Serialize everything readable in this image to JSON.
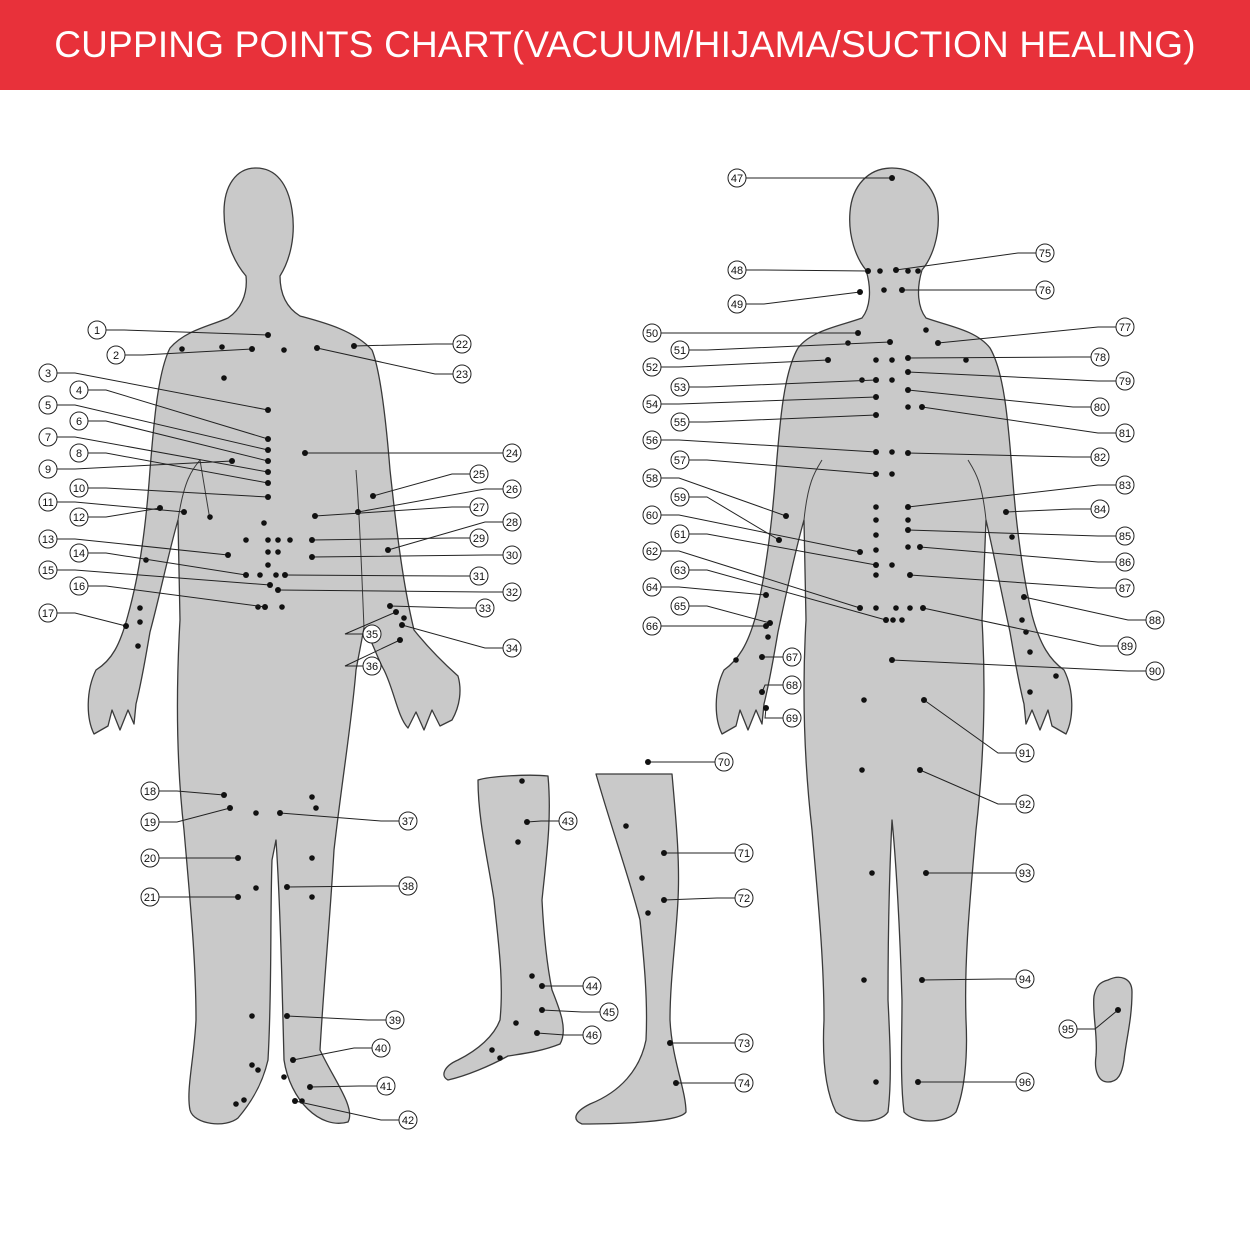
{
  "header": {
    "title": "CUPPING POINTS CHART(VACUUM/HIJAMA/SUCTION HEALING)"
  },
  "colors": {
    "banner": "#e8313a",
    "body": "#c9c9c9",
    "dot": "#111111"
  },
  "points": [
    {
      "n": "1",
      "dot": [
        268,
        335
      ],
      "label": [
        97,
        330
      ],
      "side": "left"
    },
    {
      "n": "2",
      "dot": [
        252,
        349
      ],
      "label": [
        116,
        355
      ],
      "side": "left"
    },
    {
      "n": "3",
      "dot": [
        268,
        410
      ],
      "label": [
        48,
        373
      ],
      "side": "left"
    },
    {
      "n": "4",
      "dot": [
        268,
        439
      ],
      "label": [
        79,
        390
      ],
      "side": "left"
    },
    {
      "n": "5",
      "dot": [
        268,
        450
      ],
      "label": [
        48,
        405
      ],
      "side": "left"
    },
    {
      "n": "6",
      "dot": [
        268,
        461
      ],
      "label": [
        79,
        421
      ],
      "side": "left"
    },
    {
      "n": "7",
      "dot": [
        268,
        472
      ],
      "label": [
        48,
        437
      ],
      "side": "left"
    },
    {
      "n": "8",
      "dot": [
        268,
        483
      ],
      "label": [
        79,
        453
      ],
      "side": "left"
    },
    {
      "n": "9",
      "dot": [
        232,
        461
      ],
      "label": [
        48,
        469
      ],
      "side": "left"
    },
    {
      "n": "10",
      "dot": [
        268,
        497
      ],
      "label": [
        79,
        488
      ],
      "side": "left"
    },
    {
      "n": "11",
      "dot": [
        184,
        512
      ],
      "label": [
        48,
        502
      ],
      "side": "left"
    },
    {
      "n": "12",
      "dot": [
        160,
        508
      ],
      "label": [
        79,
        517
      ],
      "side": "left"
    },
    {
      "n": "13",
      "dot": [
        228,
        555
      ],
      "label": [
        48,
        539
      ],
      "side": "left"
    },
    {
      "n": "14",
      "dot": [
        246,
        575
      ],
      "label": [
        79,
        553
      ],
      "side": "left"
    },
    {
      "n": "15",
      "dot": [
        270,
        585
      ],
      "label": [
        48,
        570
      ],
      "side": "left"
    },
    {
      "n": "16",
      "dot": [
        265,
        607
      ],
      "label": [
        79,
        586
      ],
      "side": "left"
    },
    {
      "n": "17",
      "dot": [
        126,
        626
      ],
      "label": [
        48,
        613
      ],
      "side": "left"
    },
    {
      "n": "18",
      "dot": [
        224,
        795
      ],
      "label": [
        150,
        791
      ],
      "side": "left"
    },
    {
      "n": "19",
      "dot": [
        230,
        808
      ],
      "label": [
        150,
        822
      ],
      "side": "left"
    },
    {
      "n": "20",
      "dot": [
        238,
        858
      ],
      "label": [
        150,
        858
      ],
      "side": "left"
    },
    {
      "n": "21",
      "dot": [
        238,
        897
      ],
      "label": [
        150,
        897
      ],
      "side": "left"
    },
    {
      "n": "22",
      "dot": [
        354,
        346
      ],
      "label": [
        462,
        344
      ],
      "side": "right"
    },
    {
      "n": "23",
      "dot": [
        317,
        348
      ],
      "label": [
        462,
        374
      ],
      "side": "right"
    },
    {
      "n": "24",
      "dot": [
        305,
        453
      ],
      "label": [
        512,
        453
      ],
      "side": "right"
    },
    {
      "n": "25",
      "dot": [
        373,
        496
      ],
      "label": [
        479,
        474
      ],
      "side": "right"
    },
    {
      "n": "26",
      "dot": [
        358,
        512
      ],
      "label": [
        512,
        489
      ],
      "side": "right"
    },
    {
      "n": "27",
      "dot": [
        315,
        516
      ],
      "label": [
        479,
        507
      ],
      "side": "right"
    },
    {
      "n": "28",
      "dot": [
        388,
        550
      ],
      "label": [
        512,
        522
      ],
      "side": "right"
    },
    {
      "n": "29",
      "dot": [
        312,
        540
      ],
      "label": [
        479,
        538
      ],
      "side": "right"
    },
    {
      "n": "30",
      "dot": [
        312,
        557
      ],
      "label": [
        512,
        555
      ],
      "side": "right"
    },
    {
      "n": "31",
      "dot": [
        285,
        575
      ],
      "label": [
        479,
        576
      ],
      "side": "right"
    },
    {
      "n": "32",
      "dot": [
        278,
        590
      ],
      "label": [
        512,
        592
      ],
      "side": "right"
    },
    {
      "n": "33",
      "dot": [
        390,
        606
      ],
      "label": [
        485,
        608
      ],
      "side": "right"
    },
    {
      "n": "34",
      "dot": [
        402,
        625
      ],
      "label": [
        512,
        648
      ],
      "side": "right"
    },
    {
      "n": "35",
      "dot": [
        396,
        612
      ],
      "label": [
        372,
        634
      ],
      "side": "right"
    },
    {
      "n": "36",
      "dot": [
        400,
        640
      ],
      "label": [
        372,
        666
      ],
      "side": "right"
    },
    {
      "n": "37",
      "dot": [
        280,
        813
      ],
      "label": [
        408,
        821
      ],
      "side": "right"
    },
    {
      "n": "38",
      "dot": [
        287,
        887
      ],
      "label": [
        408,
        886
      ],
      "side": "right"
    },
    {
      "n": "39",
      "dot": [
        287,
        1016
      ],
      "label": [
        395,
        1020
      ],
      "side": "right"
    },
    {
      "n": "40",
      "dot": [
        293,
        1060
      ],
      "label": [
        381,
        1048
      ],
      "side": "right"
    },
    {
      "n": "41",
      "dot": [
        310,
        1087
      ],
      "label": [
        386,
        1086
      ],
      "side": "right"
    },
    {
      "n": "42",
      "dot": [
        295,
        1101
      ],
      "label": [
        408,
        1120
      ],
      "side": "right"
    },
    {
      "n": "43",
      "dot": [
        527,
        822
      ],
      "label": [
        568,
        821
      ],
      "side": "right"
    },
    {
      "n": "44",
      "dot": [
        542,
        986
      ],
      "label": [
        592,
        986
      ],
      "side": "right"
    },
    {
      "n": "45",
      "dot": [
        542,
        1010
      ],
      "label": [
        609,
        1012
      ],
      "side": "right"
    },
    {
      "n": "46",
      "dot": [
        537,
        1033
      ],
      "label": [
        592,
        1035
      ],
      "side": "right"
    },
    {
      "n": "47",
      "dot": [
        892,
        178
      ],
      "label": [
        737,
        178
      ],
      "side": "left"
    },
    {
      "n": "48",
      "dot": [
        868,
        271
      ],
      "label": [
        737,
        270
      ],
      "side": "left"
    },
    {
      "n": "49",
      "dot": [
        860,
        292
      ],
      "label": [
        737,
        304
      ],
      "side": "left"
    },
    {
      "n": "50",
      "dot": [
        858,
        333
      ],
      "label": [
        652,
        333
      ],
      "side": "left"
    },
    {
      "n": "51",
      "dot": [
        890,
        342
      ],
      "label": [
        680,
        350
      ],
      "side": "left"
    },
    {
      "n": "52",
      "dot": [
        828,
        360
      ],
      "label": [
        652,
        367
      ],
      "side": "left"
    },
    {
      "n": "53",
      "dot": [
        876,
        380
      ],
      "label": [
        680,
        387
      ],
      "side": "left"
    },
    {
      "n": "54",
      "dot": [
        876,
        397
      ],
      "label": [
        652,
        404
      ],
      "side": "left"
    },
    {
      "n": "55",
      "dot": [
        876,
        415
      ],
      "label": [
        680,
        422
      ],
      "side": "left"
    },
    {
      "n": "56",
      "dot": [
        876,
        452
      ],
      "label": [
        652,
        440
      ],
      "side": "left"
    },
    {
      "n": "57",
      "dot": [
        876,
        474
      ],
      "label": [
        680,
        460
      ],
      "side": "left"
    },
    {
      "n": "58",
      "dot": [
        786,
        516
      ],
      "label": [
        652,
        478
      ],
      "side": "left"
    },
    {
      "n": "59",
      "dot": [
        779,
        540
      ],
      "label": [
        680,
        497
      ],
      "side": "left"
    },
    {
      "n": "60",
      "dot": [
        860,
        552
      ],
      "label": [
        652,
        515
      ],
      "side": "left"
    },
    {
      "n": "61",
      "dot": [
        876,
        565
      ],
      "label": [
        680,
        534
      ],
      "side": "left"
    },
    {
      "n": "62",
      "dot": [
        860,
        608
      ],
      "label": [
        652,
        551
      ],
      "side": "left"
    },
    {
      "n": "63",
      "dot": [
        886,
        620
      ],
      "label": [
        680,
        570
      ],
      "side": "left"
    },
    {
      "n": "64",
      "dot": [
        766,
        595
      ],
      "label": [
        652,
        587
      ],
      "side": "left"
    },
    {
      "n": "65",
      "dot": [
        770,
        623
      ],
      "label": [
        680,
        606
      ],
      "side": "left"
    },
    {
      "n": "66",
      "dot": [
        766,
        626
      ],
      "label": [
        652,
        626
      ],
      "side": "left"
    },
    {
      "n": "67",
      "dot": [
        762,
        657
      ],
      "label": [
        792,
        657
      ],
      "side": "right"
    },
    {
      "n": "68",
      "dot": [
        762,
        692
      ],
      "label": [
        792,
        685
      ],
      "side": "right"
    },
    {
      "n": "69",
      "dot": [
        766,
        708
      ],
      "label": [
        792,
        718
      ],
      "side": "right"
    },
    {
      "n": "70",
      "dot": [
        648,
        762
      ],
      "label": [
        724,
        762
      ],
      "side": "right"
    },
    {
      "n": "71",
      "dot": [
        664,
        853
      ],
      "label": [
        744,
        853
      ],
      "side": "right"
    },
    {
      "n": "72",
      "dot": [
        664,
        900
      ],
      "label": [
        744,
        898
      ],
      "side": "right"
    },
    {
      "n": "73",
      "dot": [
        670,
        1043
      ],
      "label": [
        744,
        1043
      ],
      "side": "right"
    },
    {
      "n": "74",
      "dot": [
        676,
        1083
      ],
      "label": [
        744,
        1083
      ],
      "side": "right"
    },
    {
      "n": "75",
      "dot": [
        896,
        270
      ],
      "label": [
        1045,
        253
      ],
      "side": "right"
    },
    {
      "n": "76",
      "dot": [
        902,
        290
      ],
      "label": [
        1045,
        290
      ],
      "side": "right"
    },
    {
      "n": "77",
      "dot": [
        938,
        343
      ],
      "label": [
        1125,
        327
      ],
      "side": "right"
    },
    {
      "n": "78",
      "dot": [
        908,
        358
      ],
      "label": [
        1100,
        357
      ],
      "side": "right"
    },
    {
      "n": "79",
      "dot": [
        908,
        372
      ],
      "label": [
        1125,
        381
      ],
      "side": "right"
    },
    {
      "n": "80",
      "dot": [
        908,
        390
      ],
      "label": [
        1100,
        407
      ],
      "side": "right"
    },
    {
      "n": "81",
      "dot": [
        922,
        407
      ],
      "label": [
        1125,
        433
      ],
      "side": "right"
    },
    {
      "n": "82",
      "dot": [
        908,
        453
      ],
      "label": [
        1100,
        457
      ],
      "side": "right"
    },
    {
      "n": "83",
      "dot": [
        908,
        507
      ],
      "label": [
        1125,
        485
      ],
      "side": "right"
    },
    {
      "n": "84",
      "dot": [
        1006,
        512
      ],
      "label": [
        1100,
        509
      ],
      "side": "right"
    },
    {
      "n": "85",
      "dot": [
        908,
        530
      ],
      "label": [
        1125,
        536
      ],
      "side": "right"
    },
    {
      "n": "86",
      "dot": [
        920,
        547
      ],
      "label": [
        1125,
        562
      ],
      "side": "right"
    },
    {
      "n": "87",
      "dot": [
        910,
        575
      ],
      "label": [
        1125,
        588
      ],
      "side": "right"
    },
    {
      "n": "88",
      "dot": [
        1024,
        597
      ],
      "label": [
        1155,
        620
      ],
      "side": "right"
    },
    {
      "n": "89",
      "dot": [
        923,
        608
      ],
      "label": [
        1127,
        646
      ],
      "side": "right"
    },
    {
      "n": "90",
      "dot": [
        892,
        660
      ],
      "label": [
        1155,
        671
      ],
      "side": "right"
    },
    {
      "n": "91",
      "dot": [
        924,
        700
      ],
      "label": [
        1025,
        753
      ],
      "side": "right"
    },
    {
      "n": "92",
      "dot": [
        920,
        770
      ],
      "label": [
        1025,
        804
      ],
      "side": "right"
    },
    {
      "n": "93",
      "dot": [
        926,
        873
      ],
      "label": [
        1025,
        873
      ],
      "side": "right"
    },
    {
      "n": "94",
      "dot": [
        922,
        980
      ],
      "label": [
        1025,
        979
      ],
      "side": "right"
    },
    {
      "n": "95",
      "dot": [
        1118,
        1010
      ],
      "label": [
        1068,
        1029
      ],
      "side": "left"
    },
    {
      "n": "96",
      "dot": [
        918,
        1082
      ],
      "label": [
        1025,
        1082
      ],
      "side": "right"
    }
  ]
}
